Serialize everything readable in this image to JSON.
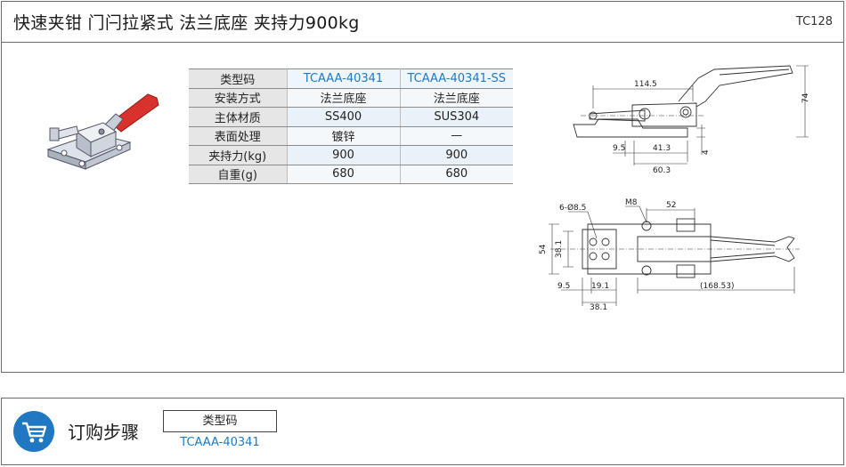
{
  "header": {
    "title": "快速夹钳  门闩拉紧式  法兰底座  夹持力900kg",
    "product_code": "TC128"
  },
  "spec_table": {
    "rows": [
      [
        "类型码",
        "TCAAA-40341",
        "TCAAA-40341-SS"
      ],
      [
        "安装方式",
        "法兰底座",
        "法兰底座"
      ],
      [
        "主体材质",
        "SS400",
        "SUS304"
      ],
      [
        "表面处理",
        "镀锌",
        "—"
      ],
      [
        "夹持力(kg)",
        "900",
        "900"
      ],
      [
        "自重(g)",
        "680",
        "680"
      ]
    ]
  },
  "side_drawing": {
    "dims": [
      "114.5",
      "74",
      "9.5",
      "41.3",
      "60.3",
      "4"
    ]
  },
  "top_drawing": {
    "dims": [
      "6-Ø8.5",
      "M8",
      "52",
      "54",
      "38.1",
      "9.5",
      "19.1",
      "38.1",
      "(168.53)"
    ]
  },
  "order": {
    "title": "订购步骤",
    "code_label": "类型码",
    "code_value": "TCAAA-40341"
  },
  "colors": {
    "accent": "#1f78c1",
    "handle_red": "#d9312c",
    "border": "#6b6b6b"
  },
  "icons": {
    "cart": "shopping-cart-icon"
  }
}
